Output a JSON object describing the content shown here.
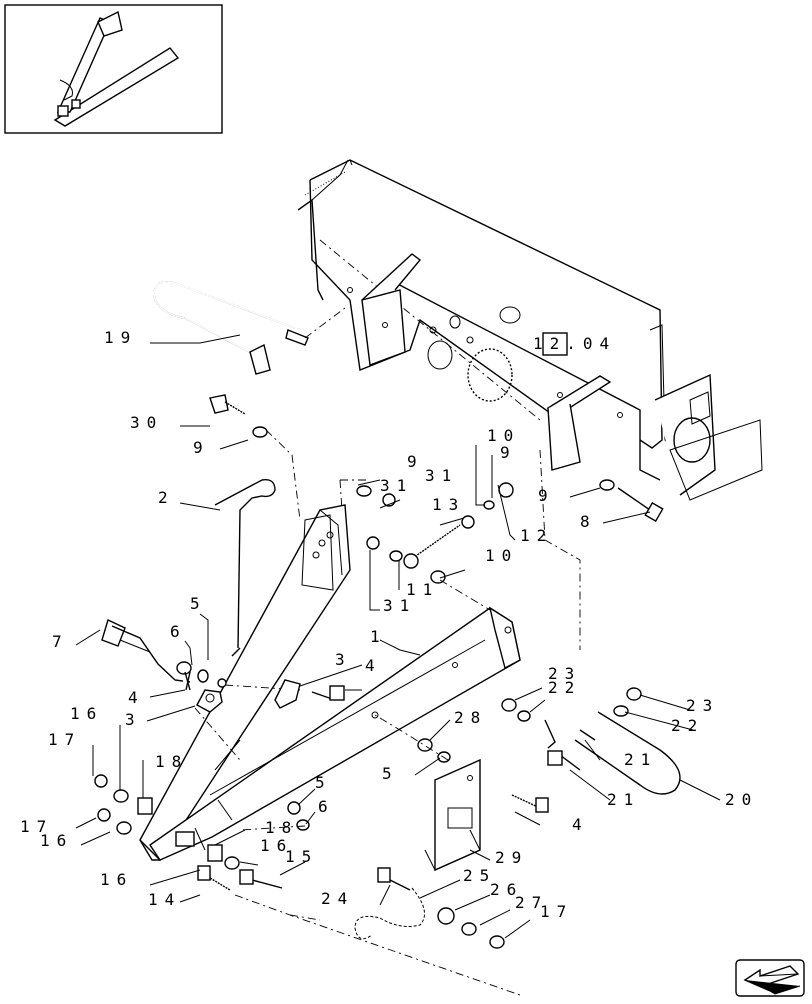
{
  "reference_label": "12.04",
  "callouts": [
    "1",
    "2",
    "3",
    "3",
    "4",
    "4",
    "4",
    "5",
    "5",
    "5",
    "6",
    "6",
    "7",
    "8",
    "9",
    "9",
    "9",
    "9",
    "10",
    "10",
    "11",
    "12",
    "13",
    "14",
    "15",
    "16",
    "16",
    "16",
    "16",
    "17",
    "17",
    "17",
    "18",
    "18",
    "19",
    "20",
    "21",
    "21",
    "22",
    "22",
    "23",
    "23",
    "24",
    "25",
    "26",
    "27",
    "28",
    "29",
    "30",
    "31",
    "31",
    "31"
  ]
}
